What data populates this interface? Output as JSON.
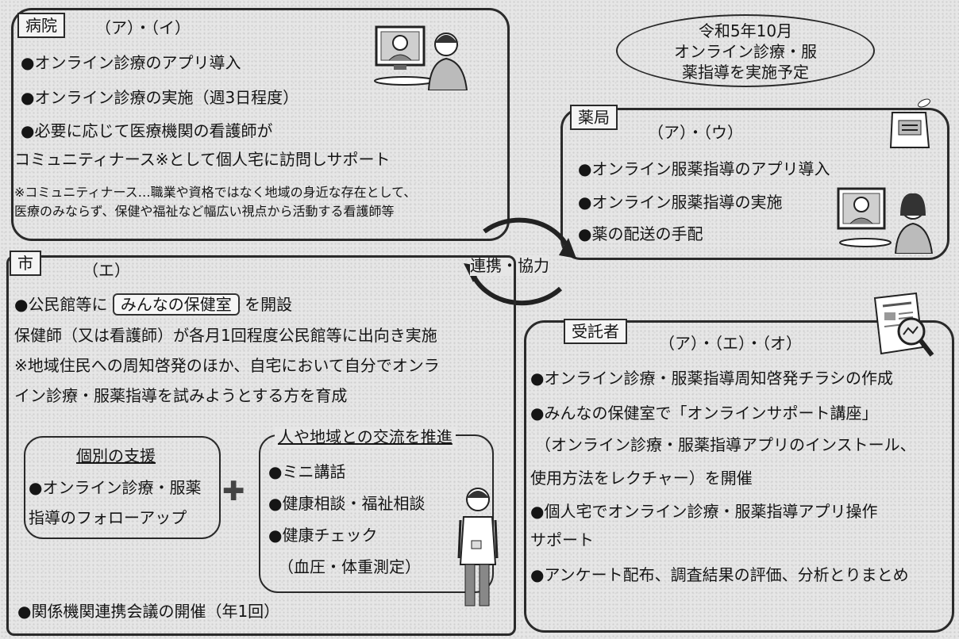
{
  "hospital": {
    "tag": "病院",
    "heading": "（ア）・（イ）",
    "lines": [
      "●オンライン診療のアプリ導入",
      "●オンライン診療の実施（週3日程度）",
      "●必要に応じて医療機関の看護師が",
      "コミュニティナース※として個人宅に訪問しサポート"
    ],
    "note_lines": [
      "※コミュニティナース…職業や資格ではなく地域の身近な存在として、",
      "医療のみならず、保健や福祉など幅広い視点から活動する看護師等"
    ]
  },
  "schedule": {
    "lines": [
      "令和5年10月",
      "オンライン診療・服",
      "薬指導を実施予定"
    ]
  },
  "pharmacy": {
    "tag": "薬局",
    "heading": "（ア）・（ウ）",
    "lines": [
      "●オンライン服薬指導のアプリ導入",
      "●オンライン服薬指導の実施",
      "●薬の配送の手配"
    ]
  },
  "cycle": {
    "label": "連携・協力"
  },
  "city": {
    "tag": "市",
    "heading": "（エ）",
    "line1_prefix": "●公民館等に",
    "line1_highlight": "みんなの保健室",
    "line1_suffix": "を開設",
    "lines": [
      "保健師（又は看護師）が各月1回程度公民館等に出向き実施",
      "※地域住民への周知啓発のほか、自宅において自分でオンラ",
      "イン診療・服薬指導を試みようとする方を育成"
    ],
    "individual": {
      "title": "個別の支援",
      "lines": [
        "●オンライン診療・服薬",
        "指導のフォローアップ"
      ]
    },
    "plus": "✚",
    "exchange": {
      "title": "人や地域との交流を推進",
      "items": [
        "●ミニ講話",
        "●健康相談・福祉相談",
        "●健康チェック",
        "（血圧・体重測定）"
      ]
    },
    "footer": "●関係機関連携会議の開催（年1回）"
  },
  "contractor": {
    "tag": "受託者",
    "heading": "（ア）・（エ）・（オ）",
    "lines": [
      "●オンライン診療・服薬指導周知啓発チラシの作成",
      "●みんなの保健室で「オンラインサポート講座」",
      "（オンライン診療・服薬指導アプリのインストール、",
      "使用方法をレクチャー）を開催",
      "●個人宅でオンライン診療・服薬指導アプリ操作",
      "サポート",
      "●アンケート配布、調査結果の評価、分析とりまとめ"
    ]
  }
}
